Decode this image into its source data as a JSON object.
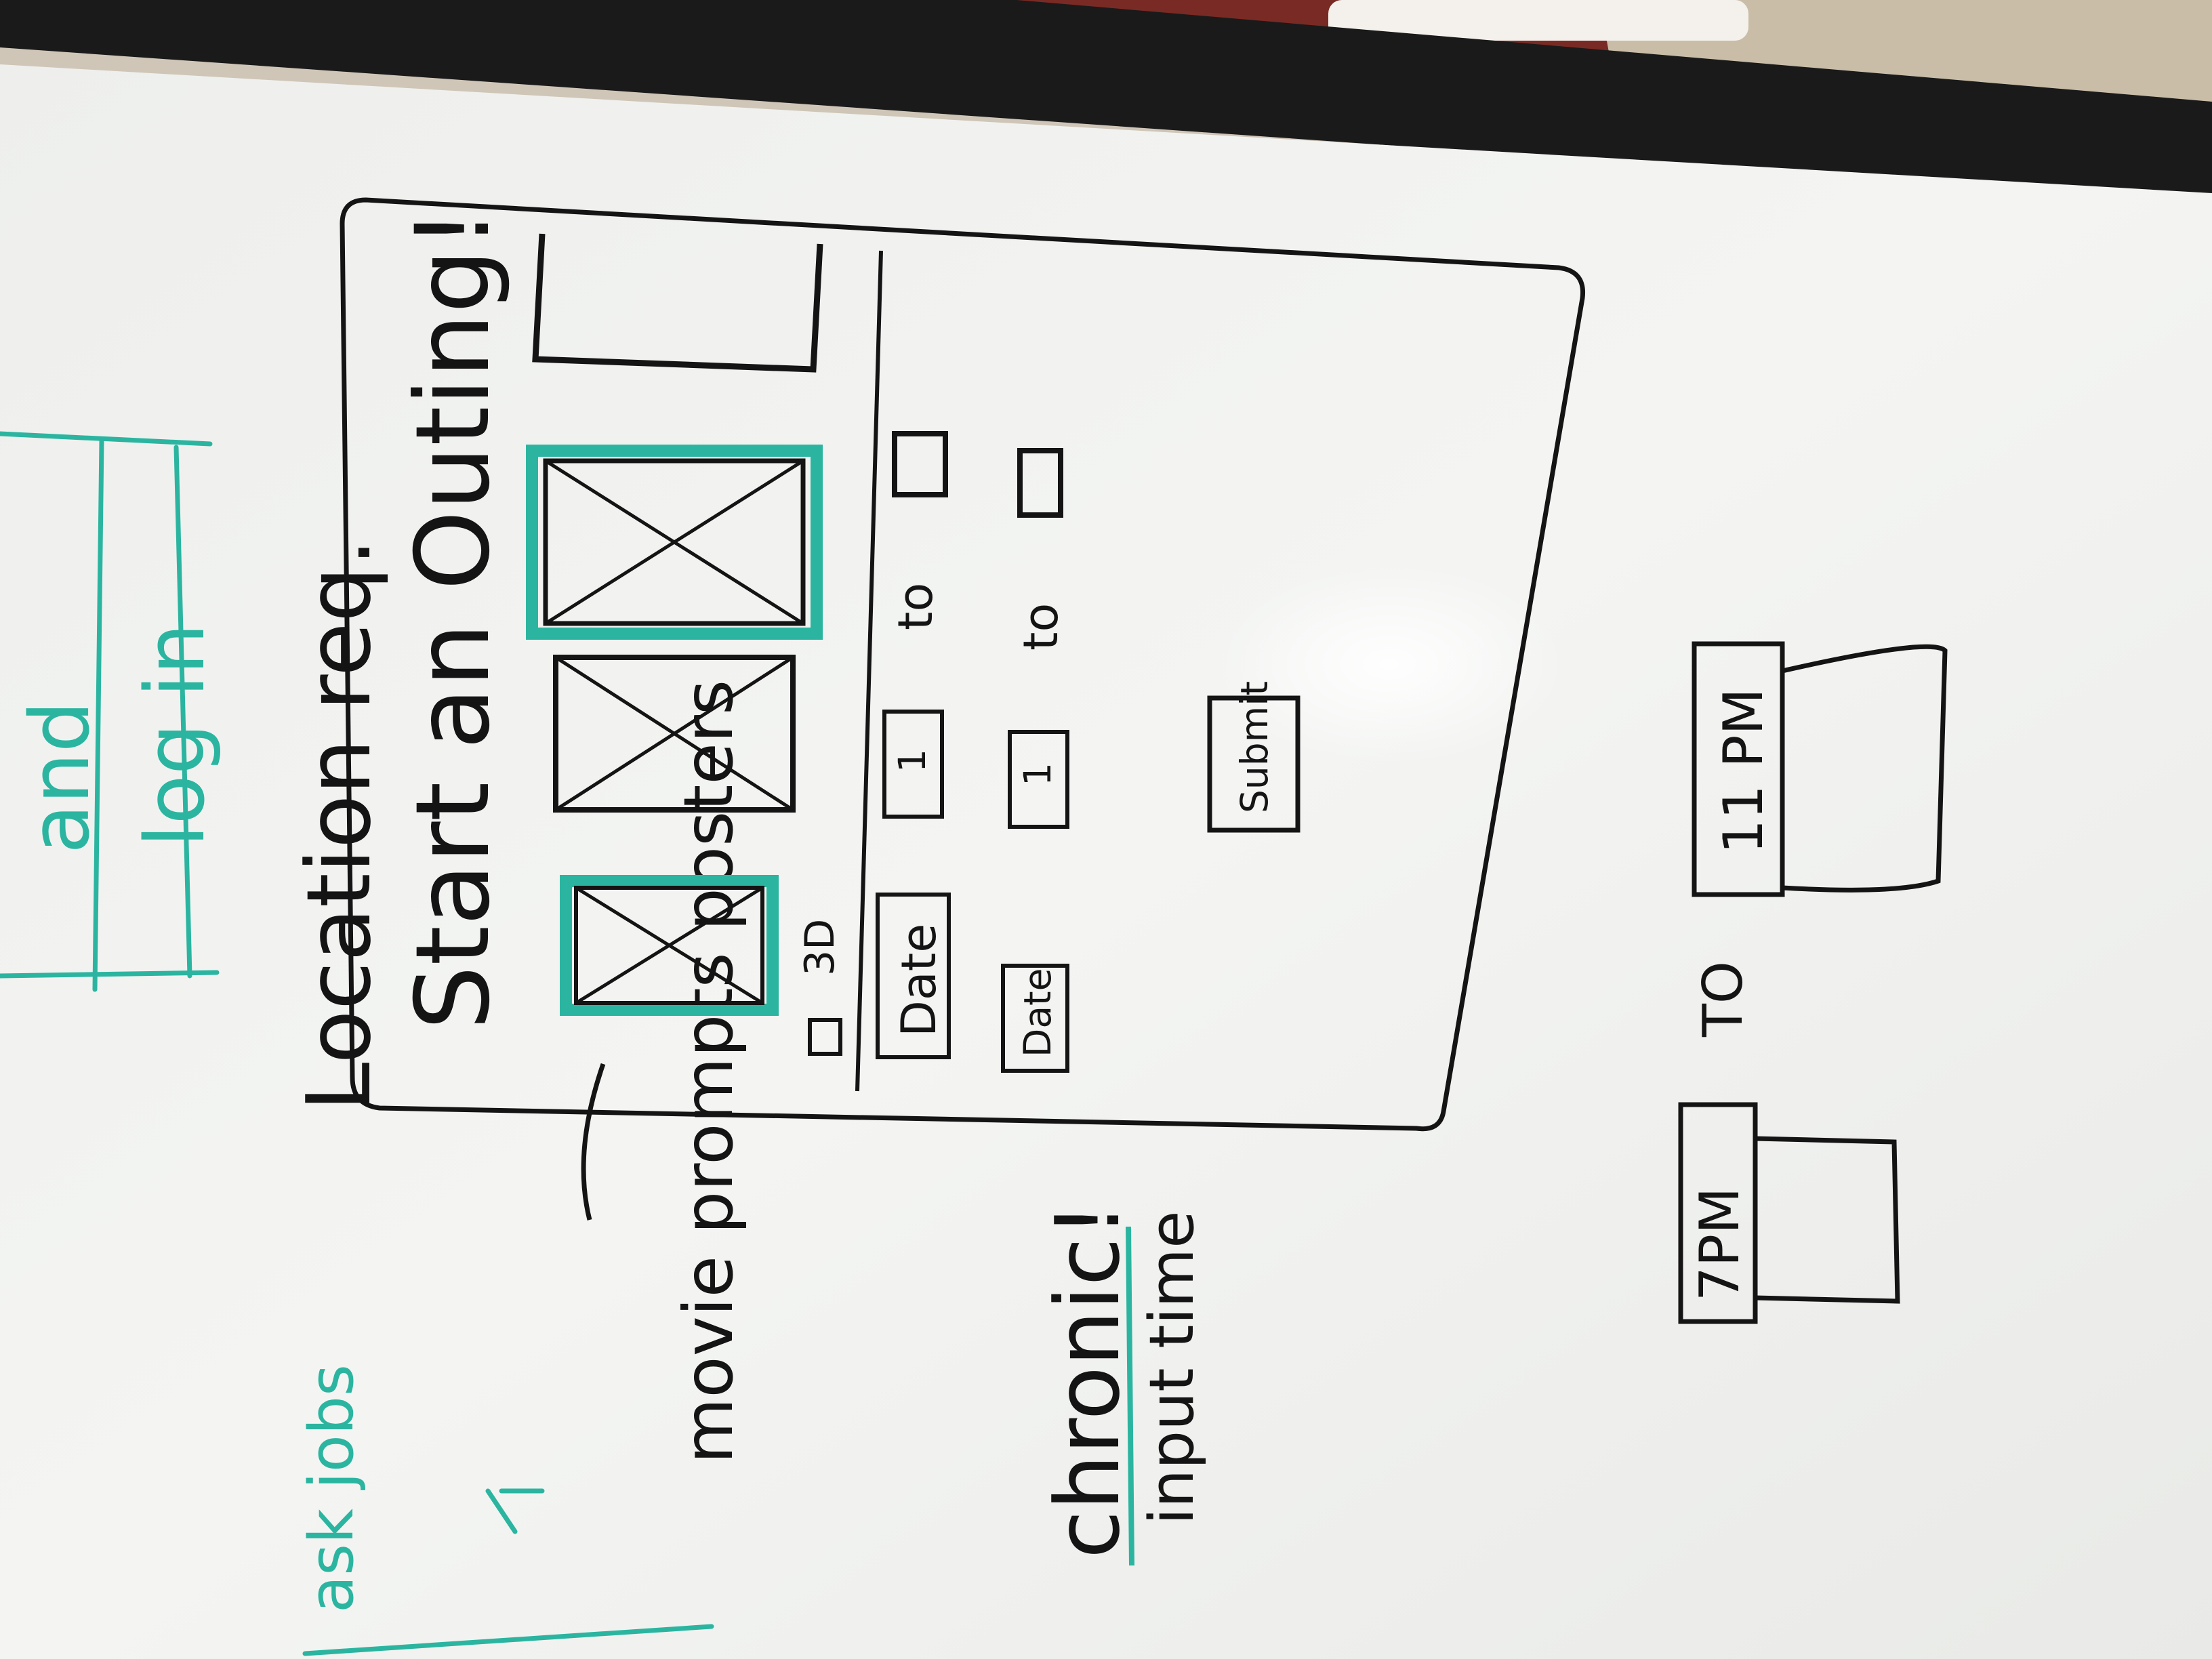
{
  "photo": {
    "subject": "whiteboard-wireframe-sketch"
  },
  "colors": {
    "ink": "#141414",
    "teal": "#2bb5a0",
    "board": "#f1f2f0"
  },
  "notes": {
    "teal_and": "and",
    "teal_log_in": "log in",
    "teal_ask_jobs": "ask jobs",
    "location_req": "Location req.",
    "movie_prompts_posters": "movie prompts posters",
    "chronic": "chronic!",
    "input_time": "input time"
  },
  "wireframe": {
    "title": "Start an Outing!",
    "checkbox_3d": "3D",
    "date_label": "Date",
    "date_label_2": "Date",
    "field_value_1": "1",
    "field_value_2": "1",
    "to_1": "to",
    "to_2": "to",
    "submit": "Submit"
  },
  "time_picker": {
    "start": "7PM",
    "to": "TO",
    "end": "11 PM"
  }
}
